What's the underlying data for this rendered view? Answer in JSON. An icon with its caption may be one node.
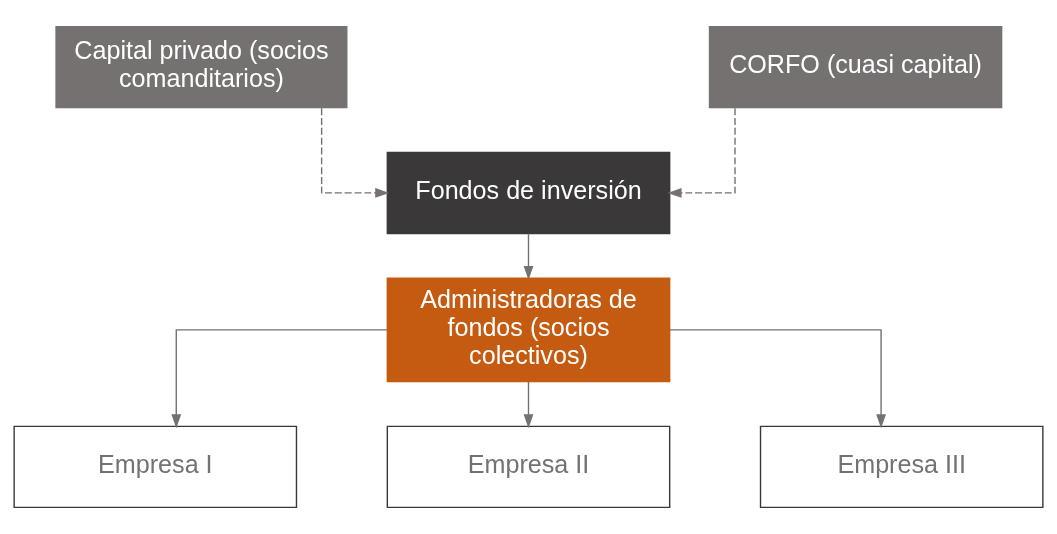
{
  "diagram": {
    "nodes": [
      {
        "text": [
          "Capital privado (socios comanditarios)"
        ]
      },
      {
        "text": [
          "CORFO (cuasi capital)"
        ]
      },
      {
        "text": [
          "Fondos de inversión"
        ]
      },
      {
        "text": [
          "Administradoras de fondos (socios colectivos)"
        ]
      },
      {
        "text": [
          "Empresa I"
        ]
      },
      {
        "text": [
          "Empresa II"
        ]
      },
      {
        "text": [
          "Empresa III"
        ]
      }
    ],
    "edges": [
      {
        "from": 0,
        "to": 2,
        "arrow": "to",
        "style": "dashed"
      },
      {
        "from": 1,
        "to": 2,
        "arrow": "to",
        "style": "dashed"
      },
      {
        "from": 2,
        "to": 3,
        "arrow": "to"
      },
      {
        "from": 3,
        "to": 4,
        "arrow": "to"
      },
      {
        "from": 3,
        "to": 5,
        "arrow": "to"
      },
      {
        "from": 3,
        "to": 6,
        "arrow": "to"
      }
    ]
  }
}
